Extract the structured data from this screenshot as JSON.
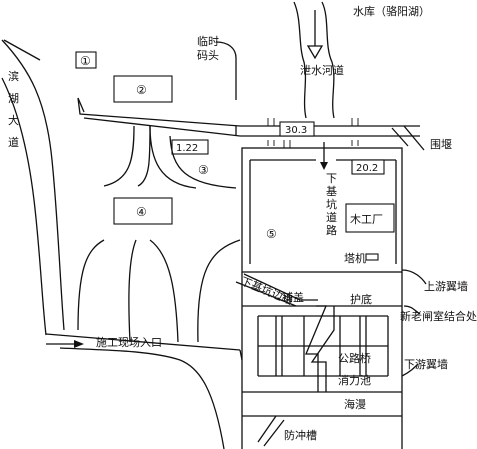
{
  "labels": {
    "reservoir": "水库（骆阳湖）",
    "spillway_channel": "泄水河道",
    "temp_wharf": "临时码头",
    "lakeside_road": "滨湖大道",
    "cofferdam": "围堰",
    "pit_access_road": "下基坑道路",
    "woodshop": "木工厂",
    "tower_crane": "塔机",
    "pit_side_road": "下基坑边路",
    "paving_cover": "铺盖",
    "apron": "护底",
    "upstream_wing_wall": "上游翼墙",
    "old_sluice_junction": "新老闸室结合处",
    "site_entrance": "施工现场入口",
    "highway_bridge": "公路桥",
    "stilling_basin": "消力池",
    "sea_flood": "海漫",
    "scour_trench": "防冲槽",
    "downstream_wing_wall": "下游翼墙"
  },
  "markers": {
    "m1": "①",
    "m2": "②",
    "m3": "③",
    "m4": "④",
    "m5": "⑤"
  },
  "elevations": {
    "e303": "30.3",
    "e122": "1.22",
    "e202": "20.2"
  }
}
